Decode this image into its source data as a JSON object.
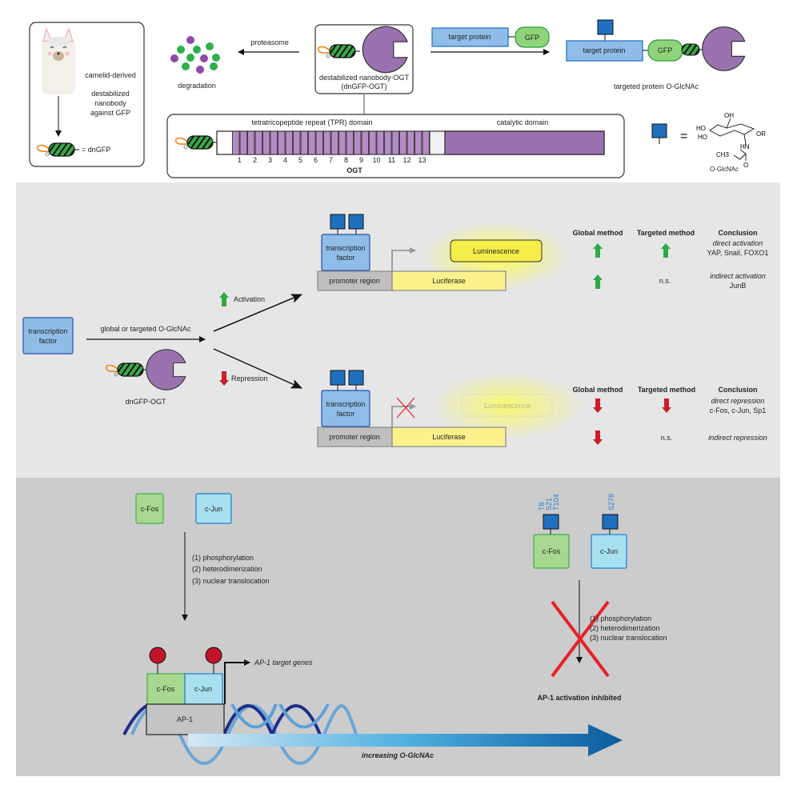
{
  "top": {
    "camelid": "camelid-derived",
    "nanobody_desc": [
      "destabilized",
      "nanobody",
      "against GFP"
    ],
    "dngfp_eq": "= dnGFP",
    "proteasome": "proteasome",
    "degradation": "degradation",
    "construct_label": [
      "destabilized nanobody-OGT",
      "(dnGFP-OGT)"
    ],
    "target_protein": "target protein",
    "gfp": "GFP",
    "targeted_label": "targeted protein O-GlcNAc",
    "tpr_domain": "tetratricopeptide repeat (TPR) domain",
    "catalytic_domain": "catalytic domain",
    "tpr_numbers": [
      "1",
      "2",
      "3",
      "4",
      "5",
      "6",
      "7",
      "8",
      "9",
      "10",
      "11",
      "12",
      "13"
    ],
    "ogt": "OGT",
    "equals": "=",
    "chem": {
      "oh": "OH",
      "ho1": "HO",
      "ho2": "HO",
      "or": "OR",
      "hn": "HN",
      "ch3": "CH3",
      "o": "O"
    },
    "oglcnac": "O-GlcNAc"
  },
  "middle": {
    "tf": [
      "transcription",
      "factor"
    ],
    "global_targeted": "global or targeted O-GlcNAc",
    "dngfp_ogt": "dnGFP-OGT",
    "activation": "Activation",
    "repression": "Repression",
    "promoter": "promoter region",
    "luciferase": "Luciferase",
    "luminescence": "Luminescence",
    "headers": [
      "Global method",
      "Targeted method",
      "Conclusion"
    ],
    "activation_rows": [
      {
        "global": "up",
        "targeted": "up",
        "conclusion": "direct activation",
        "examples": "YAP, Snail, FOXO1"
      },
      {
        "global": "up",
        "targeted": "n.s.",
        "conclusion": "indirect activation",
        "examples": "JunB"
      }
    ],
    "repression_rows": [
      {
        "global": "down",
        "targeted": "down",
        "conclusion": "direct repression",
        "examples": "c-Fos, c-Jun, Sp1"
      },
      {
        "global": "down",
        "targeted": "n.s.",
        "conclusion": "indirect repression",
        "examples": ""
      }
    ]
  },
  "bottom": {
    "cfos": "c-Fos",
    "cjun": "c-Jun",
    "steps": [
      "(1) phosphorylation",
      "(2) heterodimerization",
      "(3) nuclear translocation"
    ],
    "ap1": "AP-1",
    "ap1_targets": "AP-1 target genes",
    "cfos_sites": [
      "T8",
      "S21",
      "T104"
    ],
    "cjun_sites": [
      "S278"
    ],
    "inhibited": "AP-1 activation inhibited",
    "gradient_label": "increasing O-GlcNAc"
  },
  "colors": {
    "ogt_purple": "#9b72b0",
    "tpr_purple": "#b48bc4",
    "oglcnac_blue": "#1f6fbf",
    "gfp_green": "#8fd47a",
    "nanobody_green": "#3aaa48",
    "activation_green": "#2fa84a",
    "repression_red": "#c8202a",
    "luciferase_yellow": "#fbf28c",
    "middle_panel": "#e6e6e6",
    "bottom_panel": "#cccccc"
  }
}
